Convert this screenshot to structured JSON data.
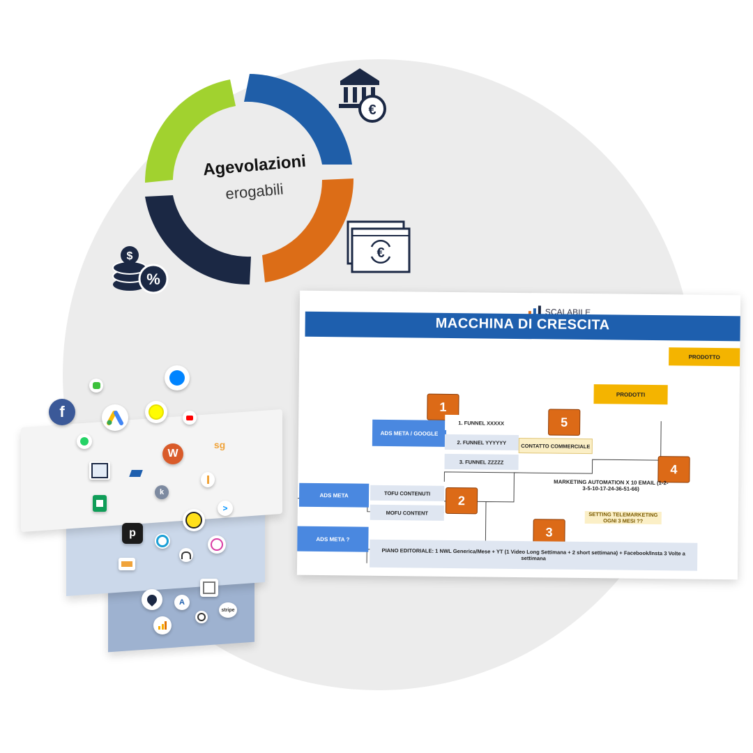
{
  "cycle": {
    "title": "Agevolazioni",
    "subtitle": "erogabili",
    "colors": {
      "green": "#a1d22f",
      "blue": "#1f5ea8",
      "orange": "#dc6d17",
      "navy": "#1b2844"
    },
    "icons": [
      "bank-euro-icon",
      "euro-exchange-icon",
      "coins-percent-icon"
    ]
  },
  "funnel": {
    "icons": [
      "facebook-icon",
      "messages-icon",
      "google-ads-icon",
      "snapchat-icon",
      "messenger-icon",
      "youtube-icon",
      "whatsapp-icon",
      "clickfunnels-icon",
      "buffer-icon",
      "woocommerce-icon",
      "sg-icon",
      "kajabi-icon",
      "sheets-icon",
      "pipedrive-icon",
      "mailchimp-icon",
      "sendinblue-icon",
      "location-pin-icon",
      "google-analytics-icon",
      "stripe-icon",
      "calendar-icon",
      "zapier-icon"
    ],
    "labels": {
      "sg": "sg",
      "stripe": "stripe",
      "p": "p",
      "w": "W",
      "k": "k"
    }
  },
  "slide": {
    "brand": "SCALABILE",
    "title": "MACCHINA DI CRESCITA",
    "ads_meta_google": "ADS META / GOOGLE",
    "funnels": [
      "1. FUNNEL XXXXX",
      "2. FUNNEL YYYYYY",
      "3. FUNNEL ZZZZZ"
    ],
    "contatto": "CONTATTO COMMERCIALE",
    "prodotto": "PRODOTTO",
    "prodotti": "PRODOTTI",
    "ads_meta": "ADS META",
    "tofu": "TOFU CONTENUTI",
    "mofu": "MOFU CONTENT",
    "ads_meta_q": "ADS META ?",
    "marketing_automation": "MARKETING AUTOMATION X 10 EMAIL (1-2-3-5-10-17-24-36-51-66)",
    "telemarketing": "SETTING TELEMARKETING OGNI 3 MESI ??",
    "piano": "PIANO EDITORIALE: 1 NWL Generica/Mese + YT (1 Video Long Settimana + 2 short settimana) + Facebook/Insta 3 Volte a settimana",
    "numbers": [
      "1",
      "2",
      "3",
      "4",
      "5"
    ],
    "colors": {
      "blue": "#1e5fae",
      "box_blue": "#4a88e0",
      "orange": "#dc6a17",
      "yellow": "#f4b400"
    }
  }
}
